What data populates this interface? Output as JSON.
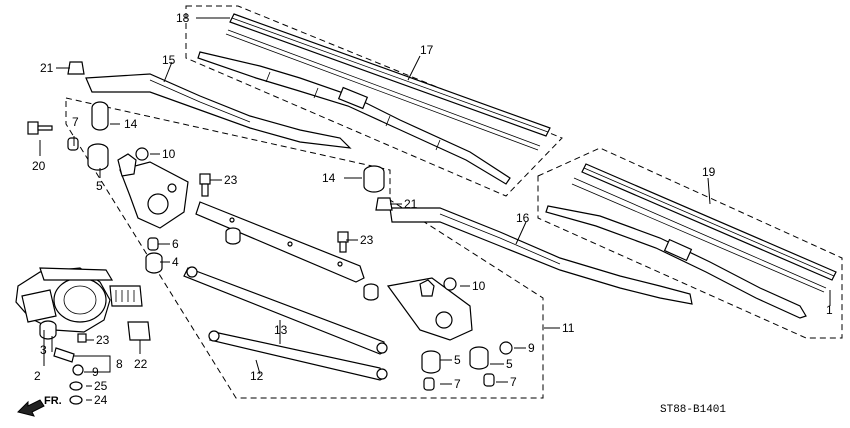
{
  "diagram": {
    "code": "ST88-B1401",
    "direction_label": "FR.",
    "callouts": {
      "c1": "1",
      "c2": "2",
      "c3": "3",
      "c4": "4",
      "c5a": "5",
      "c5b": "5",
      "c5c": "5",
      "c6": "6",
      "c7a": "7",
      "c7b": "7",
      "c7c": "7",
      "c8": "8",
      "c9a": "9",
      "c9b": "9",
      "c10a": "10",
      "c10b": "10",
      "c11": "11",
      "c12": "12",
      "c13": "13",
      "c14a": "14",
      "c14b": "14",
      "c15": "15",
      "c16": "16",
      "c17": "17",
      "c18": "18",
      "c19": "19",
      "c20": "20",
      "c21a": "21",
      "c21b": "21",
      "c22": "22",
      "c23a": "23",
      "c23b": "23",
      "c23c": "23",
      "c24": "24",
      "c25": "25"
    }
  }
}
